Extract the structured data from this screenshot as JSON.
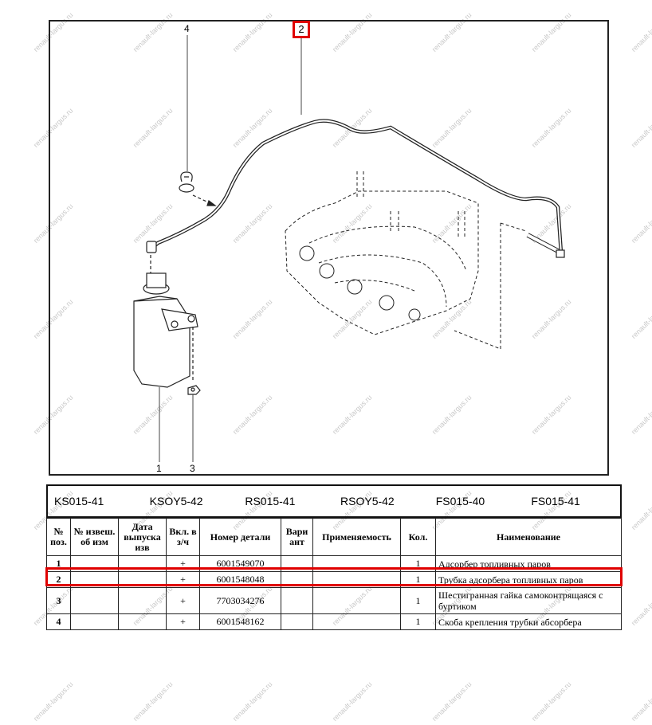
{
  "watermark": "renault-largus.ru",
  "diagram": {
    "callouts": [
      {
        "id": "1",
        "label": "1"
      },
      {
        "id": "2",
        "label": "2",
        "highlighted": true
      },
      {
        "id": "3",
        "label": "3"
      },
      {
        "id": "4",
        "label": "4"
      }
    ],
    "highlight_color": "#e00000"
  },
  "models": [
    "KS015-41",
    "KSOY5-42",
    "RS015-41",
    "RSOY5-42",
    "FS015-40",
    "FS015-41"
  ],
  "table": {
    "headers": [
      "№ поз.",
      "№ извеш. об изм",
      "Дата выпуска изв",
      "Вкл. в з/ч",
      "Номер детали",
      "Вари ант",
      "Применяемость",
      "Кол.",
      "Наименование"
    ],
    "rows": [
      {
        "pos": "1",
        "notice": "",
        "date": "",
        "incl": "+",
        "part_no": "6001549070",
        "variant": "",
        "applic": "",
        "qty": "1",
        "name": "Адсорбер топливных паров"
      },
      {
        "pos": "2",
        "notice": "",
        "date": "",
        "incl": "+",
        "part_no": "6001548048",
        "variant": "",
        "applic": "",
        "qty": "1",
        "name": "Трубка адсорбера топливных паров",
        "highlighted": true
      },
      {
        "pos": "3",
        "notice": "",
        "date": "",
        "incl": "+",
        "part_no": "7703034276",
        "variant": "",
        "applic": "",
        "qty": "1",
        "name": "Шестигранная гайка самоконтрящаяся с буртиком"
      },
      {
        "pos": "4",
        "notice": "",
        "date": "",
        "incl": "+",
        "part_no": "6001548162",
        "variant": "",
        "applic": "",
        "qty": "1",
        "name": "Скоба крепления трубки абсорбера"
      }
    ]
  }
}
